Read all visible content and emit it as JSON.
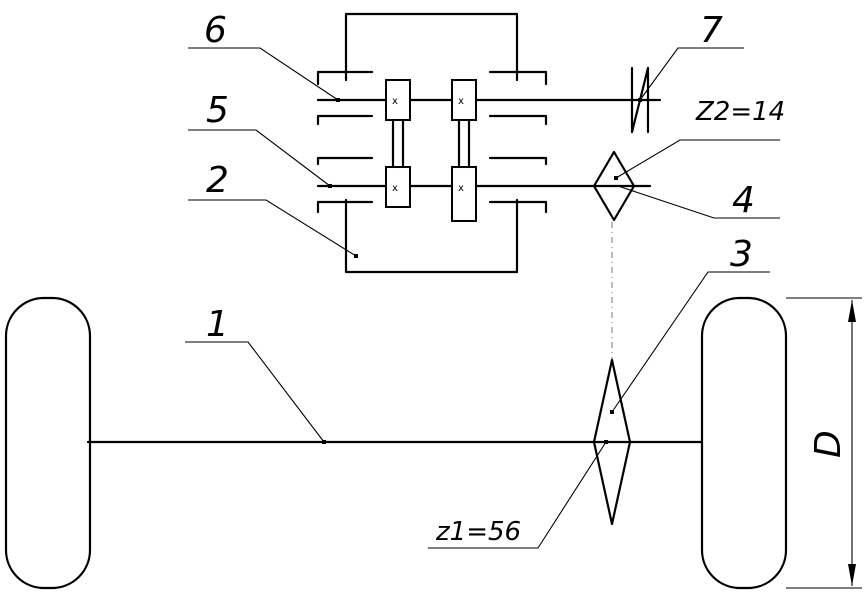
{
  "labels": {
    "n1": "1",
    "n2": "2",
    "n3": "3",
    "n4": "4",
    "n5": "5",
    "n6": "6",
    "n7": "7",
    "z2": "Z2=14",
    "z1": "z1=56",
    "d": "D"
  }
}
